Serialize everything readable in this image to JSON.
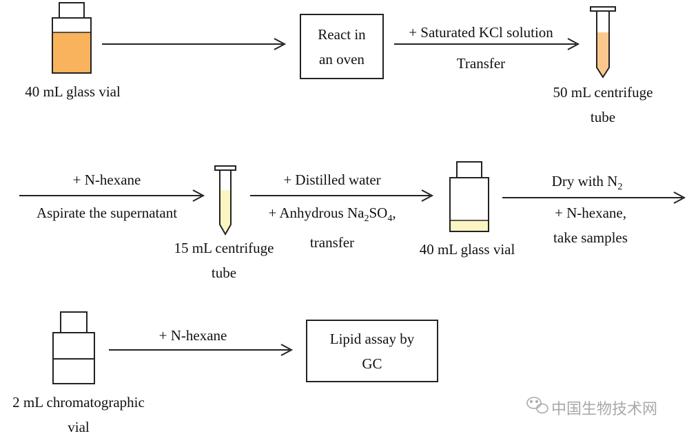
{
  "colors": {
    "orange_liquid": "#f8b35c",
    "light_orange_liquid": "#fac88c",
    "pale_yellow_liquid": "#fbf5c4",
    "stroke": "#222222"
  },
  "row1": {
    "vial_label": "40 mL glass vial",
    "step_box": [
      "React in",
      "an oven"
    ],
    "arrow2_top": "+ Saturated KCl solution",
    "arrow2_bottom": "Transfer",
    "tube_label": [
      "50 mL centrifuge",
      "tube"
    ]
  },
  "row2": {
    "arrow1_top": "+ N-hexane",
    "arrow1_bottom": "Aspirate the supernatant",
    "tube_label": [
      "15 mL centrifuge",
      "tube"
    ],
    "arrow2_top": "+ Distilled water",
    "arrow2_bottom": {
      "line1_prefix": "+ Anhydrous Na",
      "sub1": "2",
      "mid": "SO",
      "sub2": "4",
      "line1_suffix": ",",
      "line2": "transfer"
    },
    "vial_label": "40 mL glass vial",
    "arrow3_top": {
      "text": "Dry with N",
      "sub": "2"
    },
    "arrow3_bottom": [
      "+ N-hexane,",
      "take samples"
    ]
  },
  "row3": {
    "vial_label": [
      "2 mL chromatographic",
      "vial"
    ],
    "arrow_top": "+ N-hexane",
    "final_box": [
      "Lipid assay by",
      "GC"
    ]
  },
  "watermark": {
    "icon": "wechat-icon",
    "text": "中国生物技术网"
  }
}
